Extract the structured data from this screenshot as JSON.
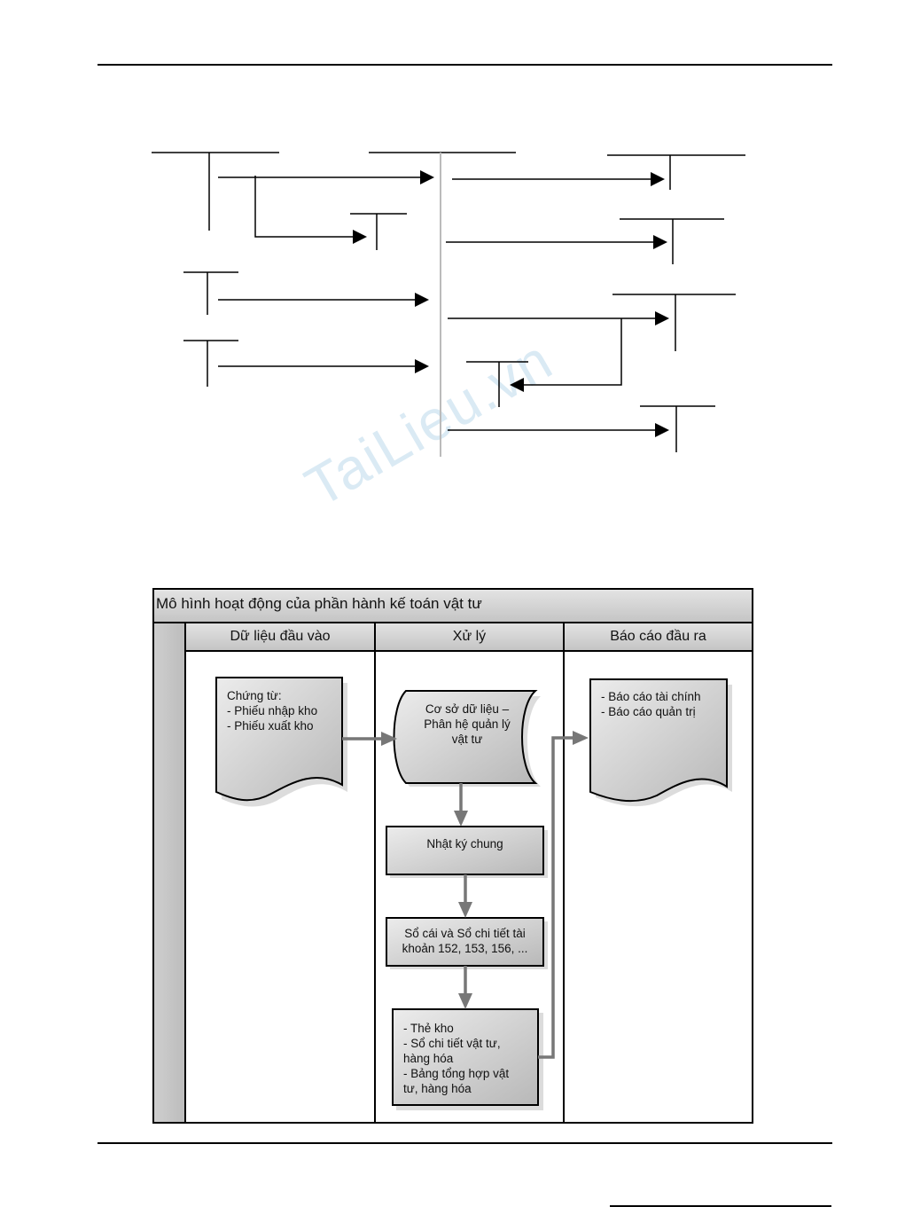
{
  "watermark": "TaiLieu.vn",
  "flowchart": {
    "title": "Mô hình hoạt động của phần hành kế toán vật tư",
    "lanes": [
      {
        "label": "Dữ liệu đầu vào"
      },
      {
        "label": "Xử lý"
      },
      {
        "label": "Báo cáo đầu ra"
      }
    ],
    "nodes": {
      "input_doc": "Chứng từ:\n- Phiếu nhập kho\n- Phiếu xuất kho",
      "database": "Cơ sở dữ liệu –\nPhân hệ quản lý\nvật tư",
      "journal": "Nhật ký chung",
      "ledger": "Sổ cái và Sổ chi tiết tài\nkhoản 152, 153, 156, ...",
      "detail": "- Thẻ kho\n- Sổ chi tiết vật tư,\nhàng hóa\n- Bảng tổng hợp vật\ntư, hàng hóa",
      "output_doc": "- Báo cáo tài chính\n- Báo cáo quản trị"
    },
    "colors": {
      "fill_light": "#e6e6e6",
      "fill_dark": "#bdbdbd",
      "arrow": "#777777",
      "border": "#000000"
    }
  }
}
